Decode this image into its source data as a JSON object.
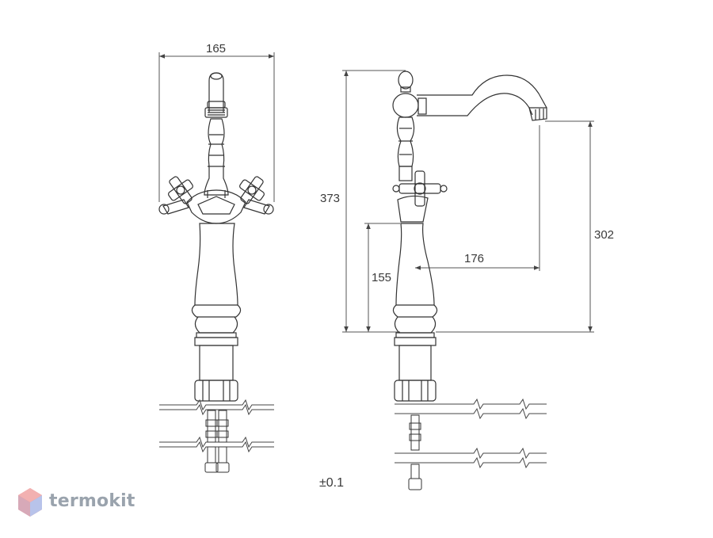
{
  "dimensions": {
    "width_165": "165",
    "height_373": "373",
    "height_155": "155",
    "reach_176": "176",
    "height_302": "302"
  },
  "tolerance": "±0.1",
  "brand": {
    "name": "termokit",
    "color": "#9aa3ad",
    "accent_color": "#e98a8a"
  },
  "colors": {
    "line": "#333333",
    "dim_line": "#555555"
  }
}
